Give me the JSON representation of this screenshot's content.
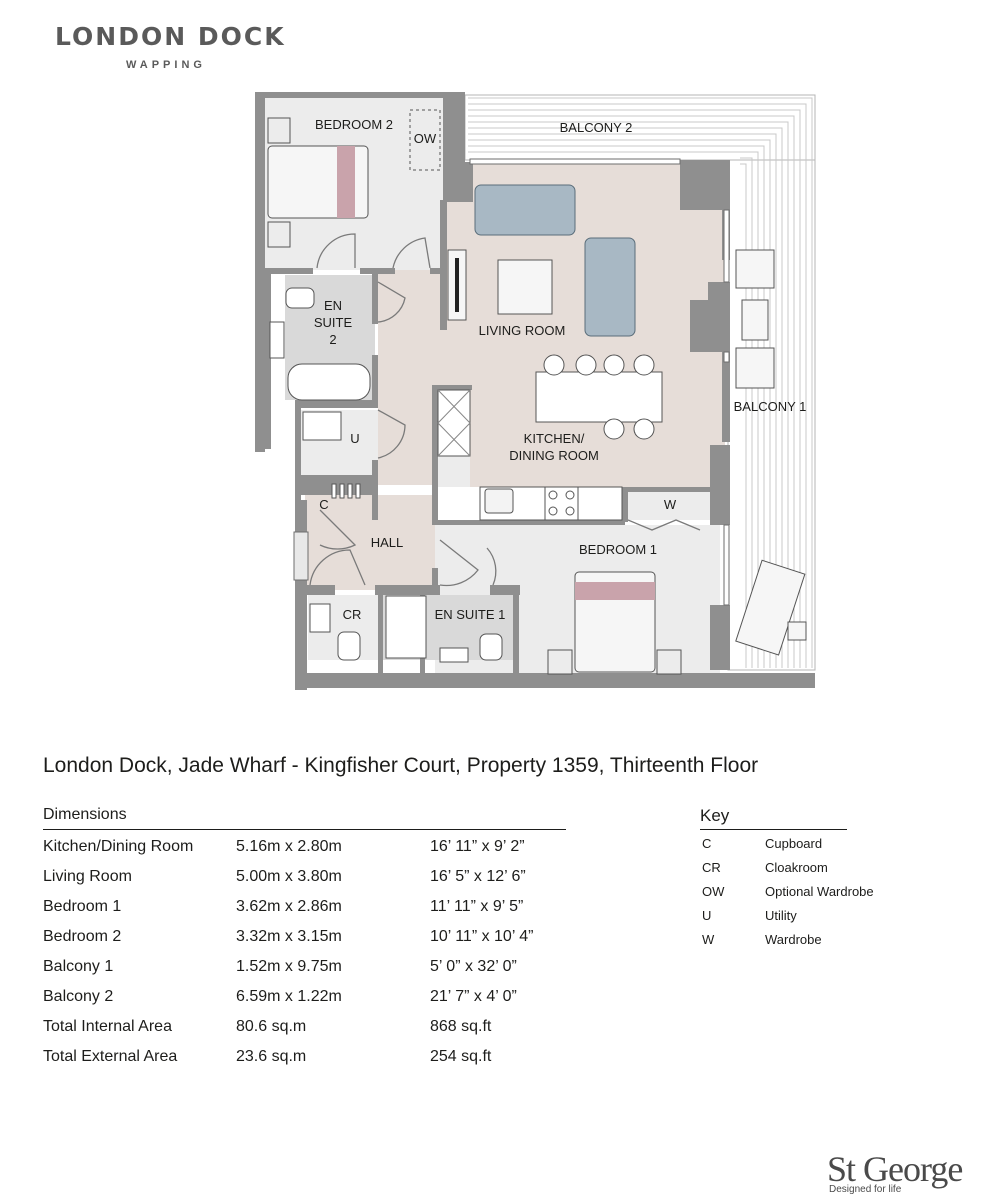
{
  "brand": {
    "name": "LONDON DOCK",
    "sub": "WAPPING"
  },
  "rooms": {
    "bedroom2": "BEDROOM 2",
    "ow": "OW",
    "balcony2": "BALCONY 2",
    "en_suite2_line1": "EN",
    "en_suite2_line2": "SUITE",
    "en_suite2_line3": "2",
    "living": "LIVING ROOM",
    "balcony1": "BALCONY 1",
    "utility": "U",
    "kitchen_line1": "KITCHEN/",
    "kitchen_line2": "DINING ROOM",
    "cupboard": "C",
    "wardrobe": "W",
    "hall": "HALL",
    "bedroom1": "BEDROOM 1",
    "cloakroom": "CR",
    "en_suite1": "EN SUITE 1"
  },
  "property_title": "London Dock, Jade Wharf - Kingfisher Court, Property 1359, Thirteenth Floor",
  "dimensions": {
    "heading": "Dimensions",
    "rows": [
      {
        "room": "Kitchen/Dining Room",
        "metric": "5.16m x 2.80m",
        "imperial": "16’ 11” x 9’ 2”"
      },
      {
        "room": "Living Room",
        "metric": "5.00m x 3.80m",
        "imperial": "16’ 5” x 12’ 6”"
      },
      {
        "room": "Bedroom 1",
        "metric": "3.62m x 2.86m",
        "imperial": "11’ 11” x 9’ 5”"
      },
      {
        "room": "Bedroom 2",
        "metric": "3.32m x 3.15m",
        "imperial": "10’ 11” x 10’ 4”"
      },
      {
        "room": "Balcony 1",
        "metric": "1.52m x 9.75m",
        "imperial": "5’ 0” x 32’ 0”"
      },
      {
        "room": "Balcony 2",
        "metric": "6.59m x 1.22m",
        "imperial": "21’ 7” x 4’ 0”"
      },
      {
        "room": "Total Internal Area",
        "metric": "80.6 sq.m",
        "imperial": "868 sq.ft"
      },
      {
        "room": "Total External Area",
        "metric": "23.6 sq.m",
        "imperial": "254 sq.ft"
      }
    ]
  },
  "key": {
    "heading": "Key",
    "items": [
      {
        "code": "C",
        "label": "Cupboard"
      },
      {
        "code": "CR",
        "label": "Cloakroom"
      },
      {
        "code": "OW",
        "label": "Optional Wardrobe"
      },
      {
        "code": "U",
        "label": "Utility"
      },
      {
        "code": "W",
        "label": "Wardrobe"
      }
    ]
  },
  "logo": {
    "name": "St George",
    "tagline": "Designed for life"
  },
  "colors": {
    "wall": "#8f8f8f",
    "hall_floor": "#e6ddd8",
    "room_floor": "#ececec",
    "wet_floor": "#d9d9d9",
    "sofa": "#a8b8c4",
    "bed_band": "#c9a3ab",
    "text": "#1d1d1b"
  }
}
